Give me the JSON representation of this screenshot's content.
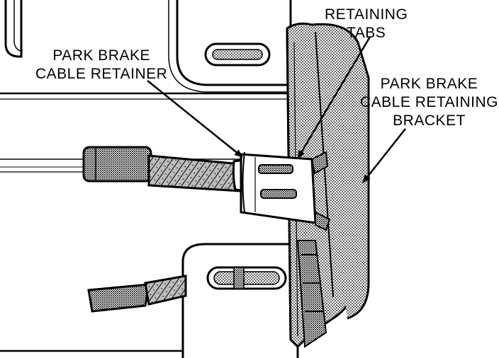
{
  "labels": {
    "retaining_tabs": [
      "RETAINING",
      "TABS"
    ],
    "cable_retainer": [
      "PARK BRAKE",
      "CABLE RETAINER"
    ],
    "retaining_bracket": [
      "PARK BRAKE",
      "CABLE RETAINING",
      "BRACKET"
    ]
  },
  "colors": {
    "ink": "#000000",
    "paper": "#ffffff"
  }
}
